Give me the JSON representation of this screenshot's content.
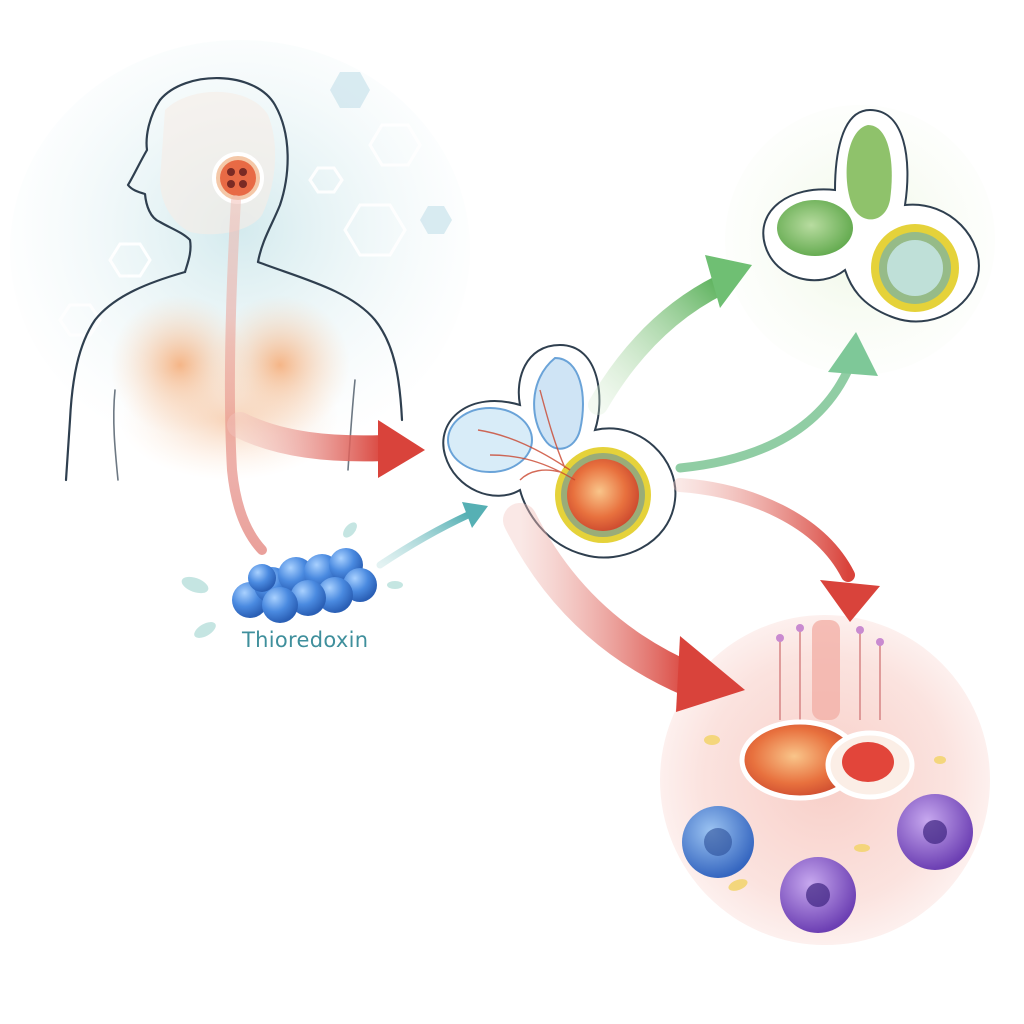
{
  "labels": {
    "molecule": "Thioredoxin"
  },
  "colors": {
    "flow_red": "#d9433b",
    "flow_green": "#6fbf73",
    "flow_teal": "#5fb8b8",
    "molecule_blue": "#3f7fd6",
    "label_teal": "#3f8f9c",
    "cell_yellow": "#e5d23a",
    "cell_blue": "#3e7fc6",
    "cell_purple": "#8a5cc9"
  },
  "icons": [
    "human-silhouette",
    "thyroid-organ",
    "molecule-cluster",
    "cell-central",
    "cell-green",
    "cell-inflamed",
    "immune-cell"
  ]
}
